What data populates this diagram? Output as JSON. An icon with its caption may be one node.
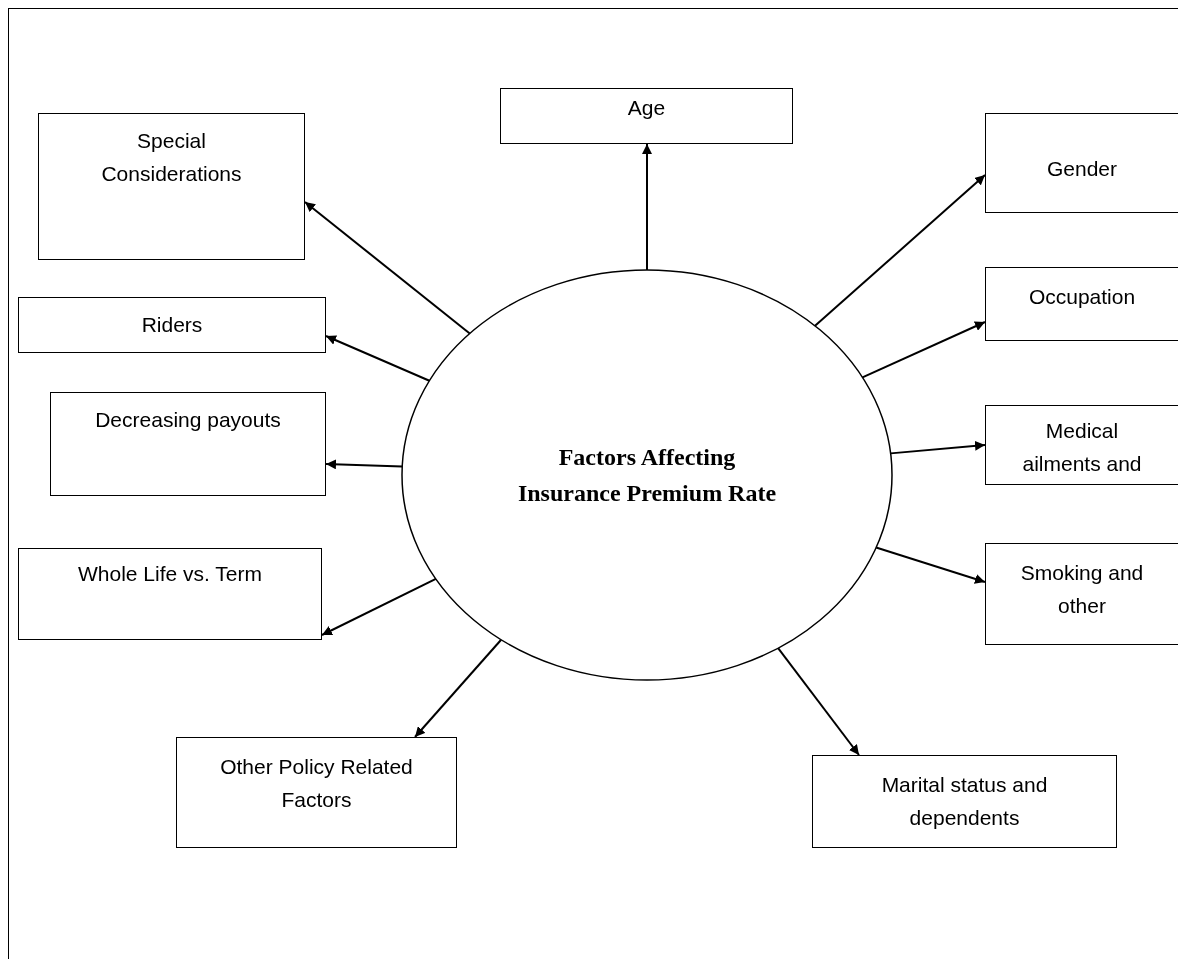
{
  "diagram": {
    "nodes": [
      {
        "text": [
          "Factors Affecting Insurance Premium Rate"
        ]
      },
      {
        "text": [
          "Special Considerations"
        ]
      },
      {
        "text": [
          "Age"
        ]
      },
      {
        "text": [
          "Gender"
        ]
      },
      {
        "text": [
          "Riders"
        ]
      },
      {
        "text": [
          "Occupation"
        ]
      },
      {
        "text": [
          "Decreasing payouts"
        ]
      },
      {
        "text": [
          "Medical ailments and"
        ]
      },
      {
        "text": [
          "Whole Life vs. Term"
        ]
      },
      {
        "text": [
          "Smoking and other"
        ]
      },
      {
        "text": [
          "Other Policy Related Factors"
        ]
      },
      {
        "text": [
          "Marital status and dependents"
        ]
      }
    ],
    "edges": [
      {
        "from": 0,
        "to": 1,
        "arrow": "to"
      },
      {
        "from": 0,
        "to": 2,
        "arrow": "to"
      },
      {
        "from": 0,
        "to": 3,
        "arrow": "to"
      },
      {
        "from": 0,
        "to": 4,
        "arrow": "to"
      },
      {
        "from": 0,
        "to": 5,
        "arrow": "to"
      },
      {
        "from": 0,
        "to": 6,
        "arrow": "to"
      },
      {
        "from": 0,
        "to": 7,
        "arrow": "to"
      },
      {
        "from": 0,
        "to": 8,
        "arrow": "to"
      },
      {
        "from": 0,
        "to": 9,
        "arrow": "to"
      },
      {
        "from": 0,
        "to": 10,
        "arrow": "to"
      },
      {
        "from": 0,
        "to": 11,
        "arrow": "to"
      }
    ]
  }
}
